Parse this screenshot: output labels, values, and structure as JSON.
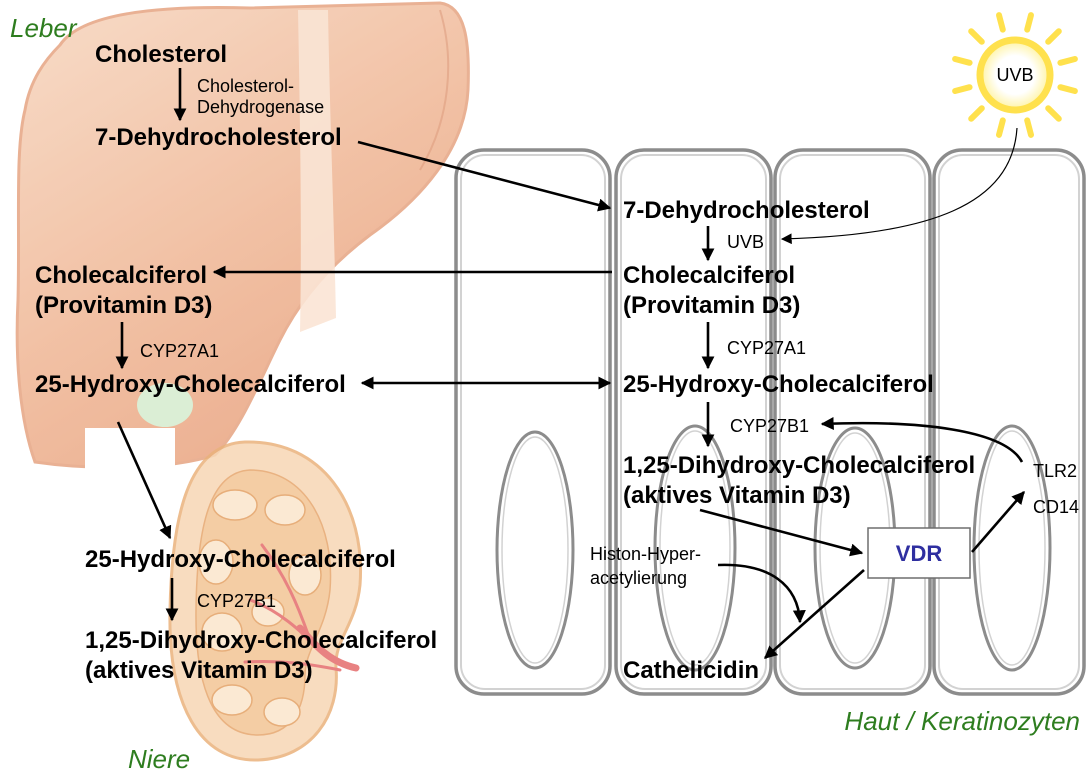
{
  "regions": {
    "liver": "Leber",
    "kidney": "Niere",
    "skin": "Haut / Keratinozyten"
  },
  "sun": {
    "label": "UVB"
  },
  "liver": {
    "cholesterol": "Cholesterol",
    "dehydrogenase_enzyme": [
      "Cholesterol-",
      "Dehydrogenase"
    ],
    "dehydrocholesterol": "7-Dehydrocholesterol",
    "cholecalciferol": [
      "Cholecalciferol",
      "(Provitamin D3)"
    ],
    "hydroxylase_enzyme": "CYP27A1",
    "hydroxy_cholecalciferol": "25-Hydroxy-Cholecalciferol"
  },
  "kidney": {
    "hydroxy_cholecalciferol": "25-Hydroxy-Cholecalciferol",
    "hydroxylase_enzyme": "CYP27B1",
    "active_vitamin_d": [
      "1,25-Dihydroxy-Cholecalciferol",
      "(aktives Vitamin D3)"
    ]
  },
  "skin": {
    "dehydrocholesterol": "7-Dehydrocholesterol",
    "uvb_step": "UVB",
    "cholecalciferol": [
      "Cholecalciferol",
      "(Provitamin D3)"
    ],
    "hydroxylase_enzyme_1": "CYP27A1",
    "hydroxy_cholecalciferol": "25-Hydroxy-Cholecalciferol",
    "hydroxylase_enzyme_2": "CYP27B1",
    "active_vitamin_d": [
      "1,25-Dihydroxy-Cholecalciferol",
      "(aktives Vitamin D3)"
    ],
    "receptor": "VDR",
    "toll_like_receptors": [
      "TLR2",
      "CD14"
    ],
    "histone_modification": [
      "Histon-Hyper-",
      "acetylierung"
    ],
    "product": "Cathelicidin"
  },
  "colors": {
    "region_label": "#2e7d1f",
    "receptor_label": "#2f2fa0",
    "cell_outline": "#8c8c8c",
    "arrow": "#000000",
    "sun": "#ffe14d"
  }
}
